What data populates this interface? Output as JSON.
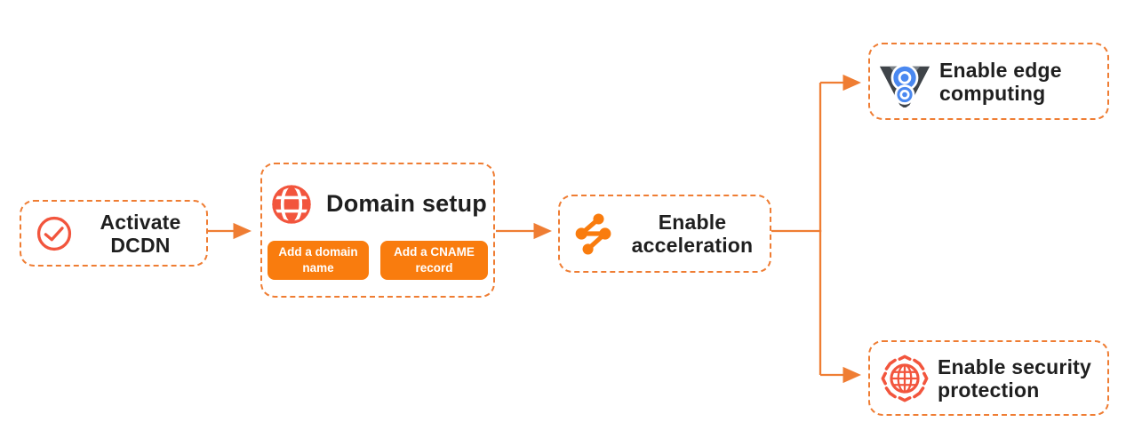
{
  "colors": {
    "canvas_bg": "#FFFFFF",
    "border_orange": "#EF7D33",
    "arrow_orange": "#EF7D33",
    "icon_red": "#F2553D",
    "icon_orange": "#F97C0E",
    "button_orange": "#F97C0E",
    "button_text": "#FFFFFF",
    "title_text": "#1F1F1F",
    "v8_blue": "#4A88F0",
    "v8_dark": "#3F4449",
    "v8_gray": "#7A8187"
  },
  "nodes": {
    "activate": {
      "title": "Activate DCDN",
      "icon": "check-circle-icon"
    },
    "domain_setup": {
      "title": "Domain setup",
      "icon": "globe-icon",
      "buttons": [
        {
          "label": "Add a domain name"
        },
        {
          "label": "Add a CNAME record"
        }
      ]
    },
    "acceleration": {
      "title": "Enable acceleration",
      "icon": "network-nodes-icon"
    },
    "edge_computing": {
      "title": "Enable edge computing",
      "icon": "v8-engine-icon"
    },
    "security": {
      "title": "Enable security protection",
      "icon": "security-globe-icon"
    }
  }
}
